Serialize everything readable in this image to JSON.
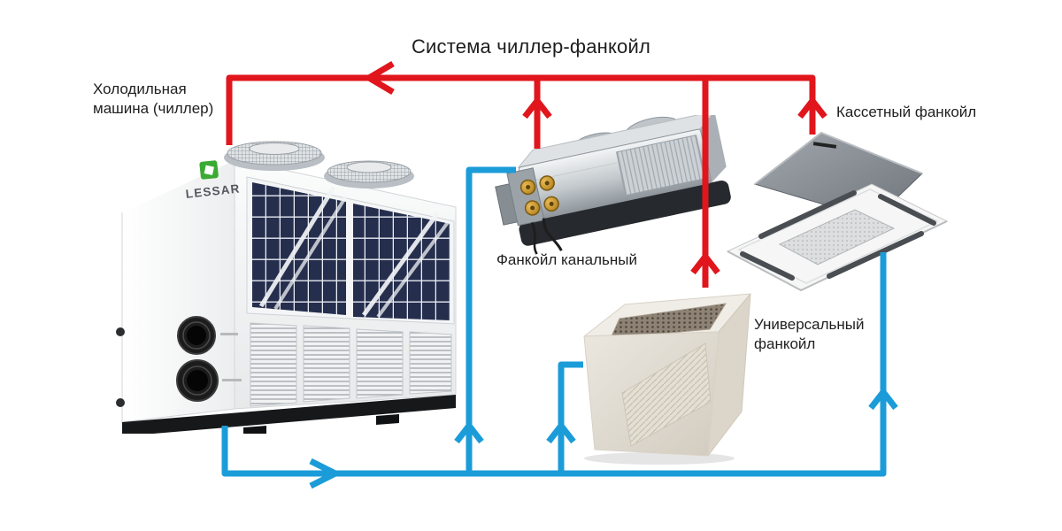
{
  "title": "Система чиллер-фанкойл",
  "labels": {
    "chiller": "Холодильная машина (чиллер)",
    "duct_fancoil": "Фанкойл канальный",
    "cassette_fancoil": "Кассетный фанкойл",
    "universal_fancoil": "Универсальный фанкойл"
  },
  "equipment": {
    "chiller_brand": "LESSAR"
  },
  "colors": {
    "return_pipe_red": "#e0161c",
    "supply_pipe_blue": "#1b9cd8",
    "label_text": "#1f1f1f"
  }
}
